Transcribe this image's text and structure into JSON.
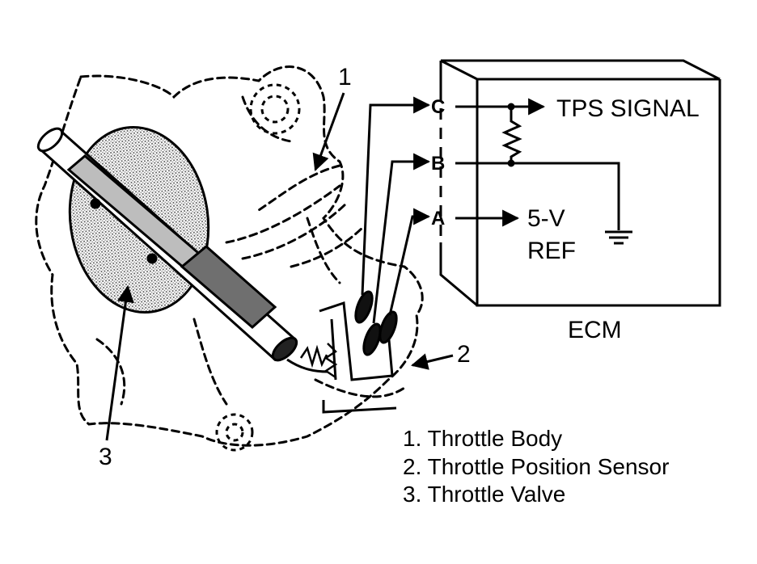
{
  "colors": {
    "ink": "#000000",
    "paper": "#ffffff",
    "shade": "#8a8a8a"
  },
  "ecm": {
    "label": "ECM",
    "signal": "TPS SIGNAL",
    "ref_line1": "5-V",
    "ref_line2": "REF",
    "pins": [
      "C",
      "B",
      "A"
    ],
    "ground_icon": "ground-symbol-icon",
    "resistor_icon": "resistor-icon"
  },
  "callouts": [
    "1",
    "2",
    "3"
  ],
  "legend": [
    "1. Throttle Body",
    "2. Throttle Position Sensor",
    "3. Throttle Valve"
  ]
}
